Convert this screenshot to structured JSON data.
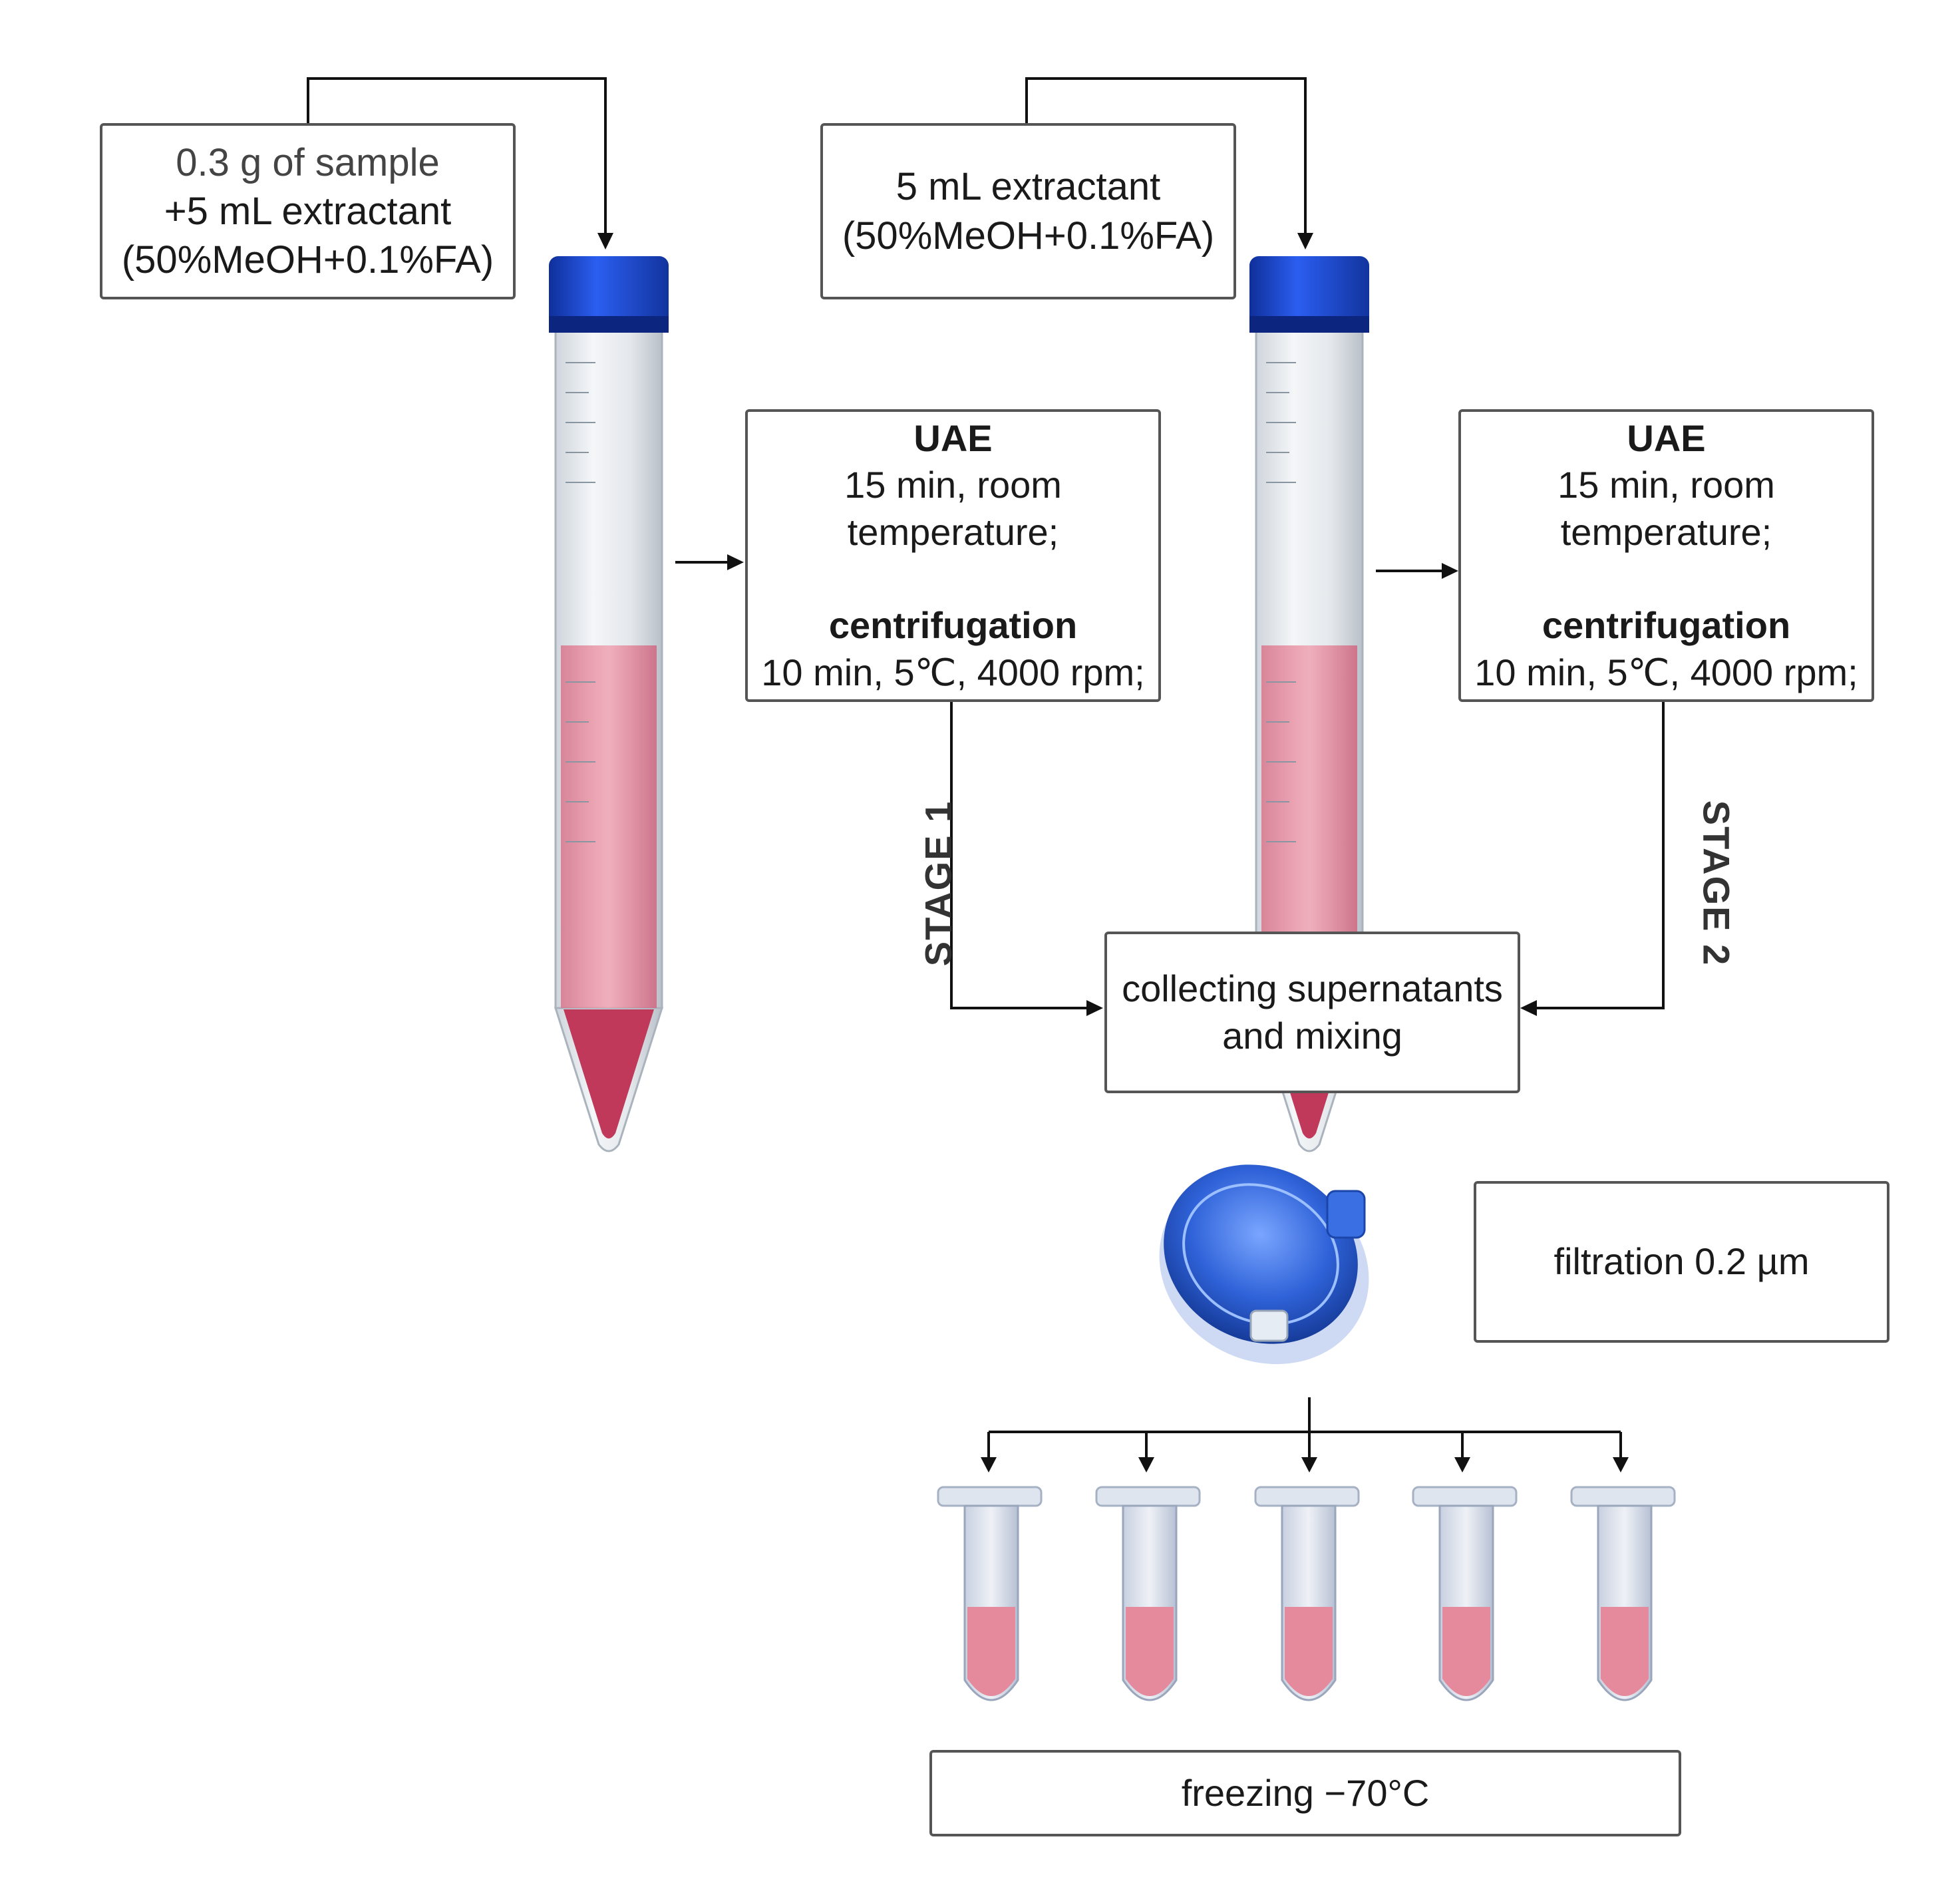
{
  "sample_box": {
    "line1": "0.3 g of sample",
    "line2": "+5 mL extractant",
    "line3": "(50%MeOH+0.1%FA)"
  },
  "extractant_box": {
    "line1": "5 mL extractant",
    "line2": "(50%MeOH+0.1%FA)"
  },
  "step1_box": {
    "uae_title": "UAE",
    "uae_line1": "15 min, room",
    "uae_line2": "temperature;",
    "centrifugation_title": "centrifugation",
    "centrifugation_line": "10 min, 5℃, 4000 rpm;"
  },
  "step2_box": {
    "uae_title": "UAE",
    "uae_line1": "15 min, room",
    "uae_line2": "temperature;",
    "centrifugation_title": "centrifugation",
    "centrifugation_line": "10 min, 5℃, 4000 rpm;"
  },
  "stage_labels": {
    "stage1": "STAGE 1",
    "stage2": "STAGE 2"
  },
  "collect_box": {
    "line1": "collecting supernatants",
    "line2": "and mixing"
  },
  "filtration_box": {
    "label": "filtration 0.2 µm"
  },
  "freezing_box": {
    "label": "freezing −70°C"
  },
  "colors": {
    "cap_blue": "#1f4fd6",
    "liquid_pink": "#e58a9c",
    "liquid_dark": "#c0395a",
    "filter_blue": "#2f6fe0"
  }
}
